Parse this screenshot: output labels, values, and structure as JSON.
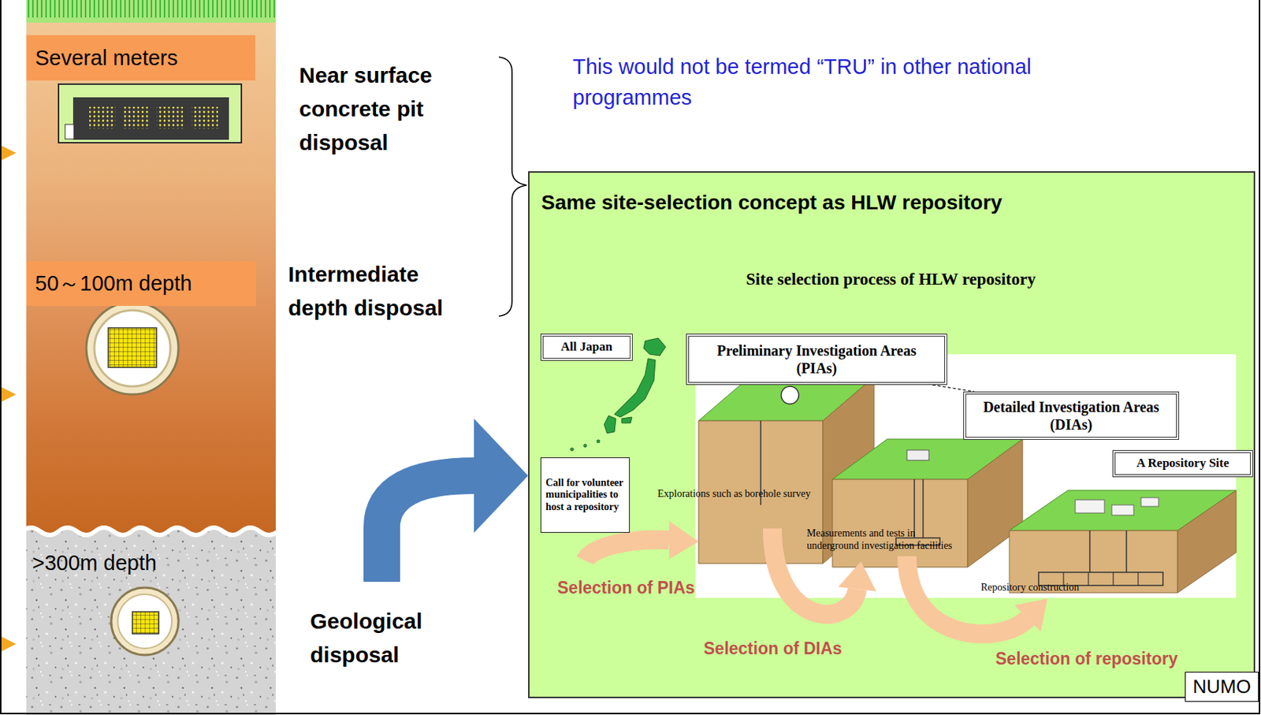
{
  "diagram": {
    "nodes": [
      {
        "text": [
          "Several meters"
        ]
      },
      {
        "text": [
          "50～100m depth"
        ]
      },
      {
        "text": [
          "Same site-selection concept as HLW repository"
        ]
      },
      {
        "text": [
          "All Japan"
        ],
        "in": 2
      },
      {
        "text": [
          "Preliminary Investigation Areas (PIAs)"
        ],
        "in": 2
      },
      {
        "text": [
          "Detailed Investigation Areas (DIAs)"
        ],
        "in": 2
      },
      {
        "text": [
          "A Repository Site"
        ],
        "in": 2
      },
      {
        "text": [
          "Call for volunteer municipalities to host a repository"
        ],
        "in": 2
      },
      {
        "text": [
          "NUMO"
        ],
        "in": 2
      }
    ],
    "edges": [
      {
        "from": 4,
        "to": 5,
        "arrow": "none"
      }
    ],
    "labels": [
      "Near surface concrete pit disposal",
      "Intermediate depth disposal",
      ">300m depth",
      "Geological disposal",
      "This would not be termed “TRU” in other national programmes",
      "Site selection process of HLW repository",
      "Explorations such as borehole survey",
      "Measurements and tests in underground investigation facilities",
      "Repository construction",
      "Selection of PIAs",
      "Selection of DIAs",
      "Selection of repository"
    ]
  }
}
